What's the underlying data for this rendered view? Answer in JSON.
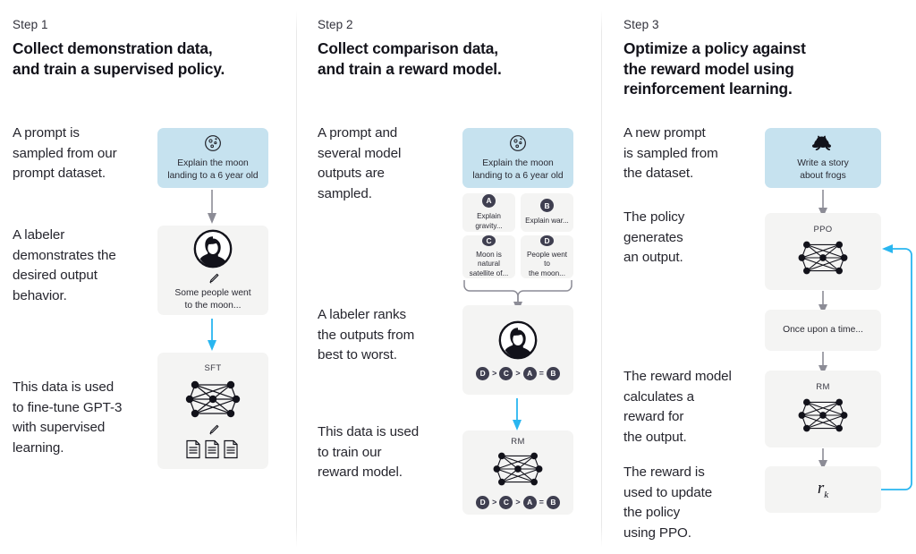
{
  "colors": {
    "prompt_card": "#c6e2ef",
    "model_card": "#f4f4f3",
    "badge": "#3f3f50",
    "arrow_gray": "#8c8c96",
    "arrow_blue": "#29b6f0",
    "text": "#26262e",
    "divider": "#e9e9e9"
  },
  "steps": [
    {
      "label": "Step 1",
      "title": "Collect demonstration data,\nand train a supervised policy.",
      "paragraphs": [
        "A prompt is\nsampled from our\nprompt dataset.",
        "A labeler\ndemonstrates the\ndesired output\nbehavior.",
        "This data is used\nto fine-tune GPT-3\nwith supervised\nlearning."
      ],
      "cards": [
        {
          "name": "prompt-card",
          "kind": "blue",
          "icon": "moon-icon",
          "text": "Explain the moon\nlanding to a 6 year old"
        },
        {
          "name": "labeler-demo-card",
          "kind": "gray",
          "icon": "labeler-avatar-icon",
          "sub_icon": "pencil-icon",
          "text": "Some people went\nto the moon..."
        },
        {
          "name": "sft-model-card",
          "kind": "gray",
          "label": "SFT",
          "icon": "neural-network-icon",
          "sub_icon": "pencil-icon",
          "docs_icon": "documents-icon"
        }
      ],
      "arrows": [
        {
          "name": "arrow-prompt-to-labeler",
          "color": "gray"
        },
        {
          "name": "arrow-labeler-to-sft",
          "color": "blue"
        }
      ]
    },
    {
      "label": "Step 2",
      "title": "Collect comparison data,\nand train a reward model.",
      "paragraphs": [
        "A prompt and\nseveral model\noutputs are\nsampled.",
        "A labeler ranks\nthe outputs from\nbest to worst.",
        "This data is used\nto train our\nreward model."
      ],
      "cards": [
        {
          "name": "prompt-card",
          "kind": "blue",
          "icon": "moon-icon",
          "text": "Explain the moon\nlanding to a 6 year old"
        },
        {
          "name": "labeler-rank-card",
          "kind": "gray",
          "icon": "labeler-avatar-icon",
          "ranking": [
            "D",
            ">",
            "C",
            ">",
            "A",
            "=",
            "B"
          ]
        },
        {
          "name": "rm-model-card",
          "kind": "gray",
          "label": "RM",
          "icon": "neural-network-icon",
          "ranking": [
            "D",
            ">",
            "C",
            ">",
            "A",
            "=",
            "B"
          ]
        }
      ],
      "options": [
        {
          "name": "option-a",
          "letter": "A",
          "text": "Explain gravity..."
        },
        {
          "name": "option-b",
          "letter": "B",
          "text": "Explain war..."
        },
        {
          "name": "option-c",
          "letter": "C",
          "text": "Moon is natural\nsatellite of..."
        },
        {
          "name": "option-d",
          "letter": "D",
          "text": "People went to\nthe moon..."
        }
      ],
      "arrows": [
        {
          "name": "bracket-outputs-to-labeler",
          "color": "gray"
        },
        {
          "name": "arrow-labeler-to-rm",
          "color": "blue"
        }
      ]
    },
    {
      "label": "Step 3",
      "title": "Optimize a policy against\nthe reward model using\nreinforcement learning.",
      "paragraphs": [
        "A new prompt\nis sampled from\nthe dataset.",
        "The policy\ngenerates\nan output.",
        "The reward model\ncalculates a\nreward for\nthe output.",
        "The reward is\nused to update\nthe policy\nusing PPO."
      ],
      "cards": [
        {
          "name": "new-prompt-card",
          "kind": "blue",
          "icon": "frog-icon",
          "text": "Write a story\nabout frogs"
        },
        {
          "name": "ppo-policy-card",
          "kind": "gray",
          "label": "PPO",
          "icon": "neural-network-icon"
        },
        {
          "name": "generated-output-card",
          "kind": "gray",
          "text": "Once upon a time..."
        },
        {
          "name": "rm-reward-card",
          "kind": "gray",
          "label": "RM",
          "icon": "neural-network-icon"
        },
        {
          "name": "reward-value-card",
          "kind": "gray",
          "formula": "r",
          "subscript": "k"
        }
      ],
      "arrows": [
        {
          "name": "arrow-prompt-to-ppo",
          "color": "gray"
        },
        {
          "name": "arrow-ppo-to-output",
          "color": "gray"
        },
        {
          "name": "arrow-output-to-rm",
          "color": "gray"
        },
        {
          "name": "arrow-rm-to-reward",
          "color": "gray"
        },
        {
          "name": "feedback-loop-reward-to-ppo",
          "color": "blue"
        }
      ]
    }
  ]
}
